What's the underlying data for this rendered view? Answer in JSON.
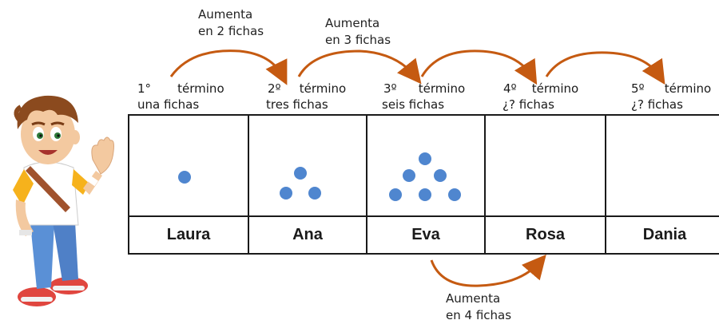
{
  "colors": {
    "arrow": "#c55a11",
    "dot": "#4f86cf",
    "border": "#1a1a1a"
  },
  "annotations": {
    "top1": {
      "line1": "Aumenta",
      "line2": "en 2 fichas"
    },
    "top2": {
      "line1": "Aumenta",
      "line2": "en 3 fichas"
    },
    "bottom": {
      "line1": "Aumenta",
      "line2": "en 4 fichas"
    }
  },
  "terms": [
    {
      "num": "1°",
      "word": "término",
      "desc": "una fichas"
    },
    {
      "num": "2º",
      "word": "término",
      "desc": "tres fichas"
    },
    {
      "num": "3º",
      "word": "término",
      "desc": "seis fichas"
    },
    {
      "num": "4º",
      "word": "término",
      "desc": "¿? fichas"
    },
    {
      "num": "5º",
      "word": "término",
      "desc": "¿? fichas"
    }
  ],
  "table": {
    "columns": [
      {
        "name": "Laura",
        "dots": 1
      },
      {
        "name": "Ana",
        "dots": 3
      },
      {
        "name": "Eva",
        "dots": 6
      },
      {
        "name": "Rosa",
        "dots": null
      },
      {
        "name": "Dania",
        "dots": null
      }
    ]
  },
  "character": {
    "icon": "waving-boy-illustration"
  }
}
